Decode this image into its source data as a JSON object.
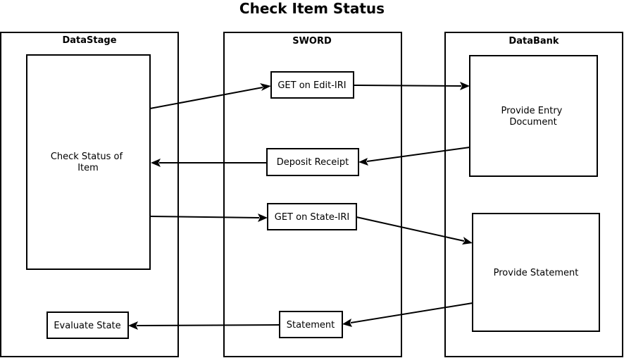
{
  "diagram": {
    "title": "Check Item Status",
    "lanes": [
      {
        "id": "datastage",
        "label": "DataStage"
      },
      {
        "id": "sword",
        "label": "SWORD"
      },
      {
        "id": "databank",
        "label": "DataBank"
      }
    ],
    "nodes": [
      {
        "id": "check-status",
        "lines": [
          "Check Status of",
          "Item"
        ]
      },
      {
        "id": "evaluate-state",
        "lines": [
          "Evaluate State"
        ]
      },
      {
        "id": "get-edit-iri",
        "lines": [
          "GET on Edit-IRI"
        ]
      },
      {
        "id": "deposit-receipt",
        "lines": [
          "Deposit Receipt"
        ]
      },
      {
        "id": "get-state-iri",
        "lines": [
          "GET on State-IRI"
        ]
      },
      {
        "id": "statement",
        "lines": [
          "Statement"
        ]
      },
      {
        "id": "provide-entry",
        "lines": [
          "Provide Entry",
          "Document"
        ]
      },
      {
        "id": "provide-statement",
        "lines": [
          "Provide Statement"
        ]
      }
    ],
    "edges": [
      {
        "from": "check-status",
        "to": "get-edit-iri"
      },
      {
        "from": "get-edit-iri",
        "to": "provide-entry"
      },
      {
        "from": "provide-entry",
        "to": "deposit-receipt"
      },
      {
        "from": "deposit-receipt",
        "to": "check-status"
      },
      {
        "from": "check-status",
        "to": "get-state-iri"
      },
      {
        "from": "get-state-iri",
        "to": "provide-statement"
      },
      {
        "from": "provide-statement",
        "to": "statement"
      },
      {
        "from": "statement",
        "to": "evaluate-state"
      }
    ]
  }
}
